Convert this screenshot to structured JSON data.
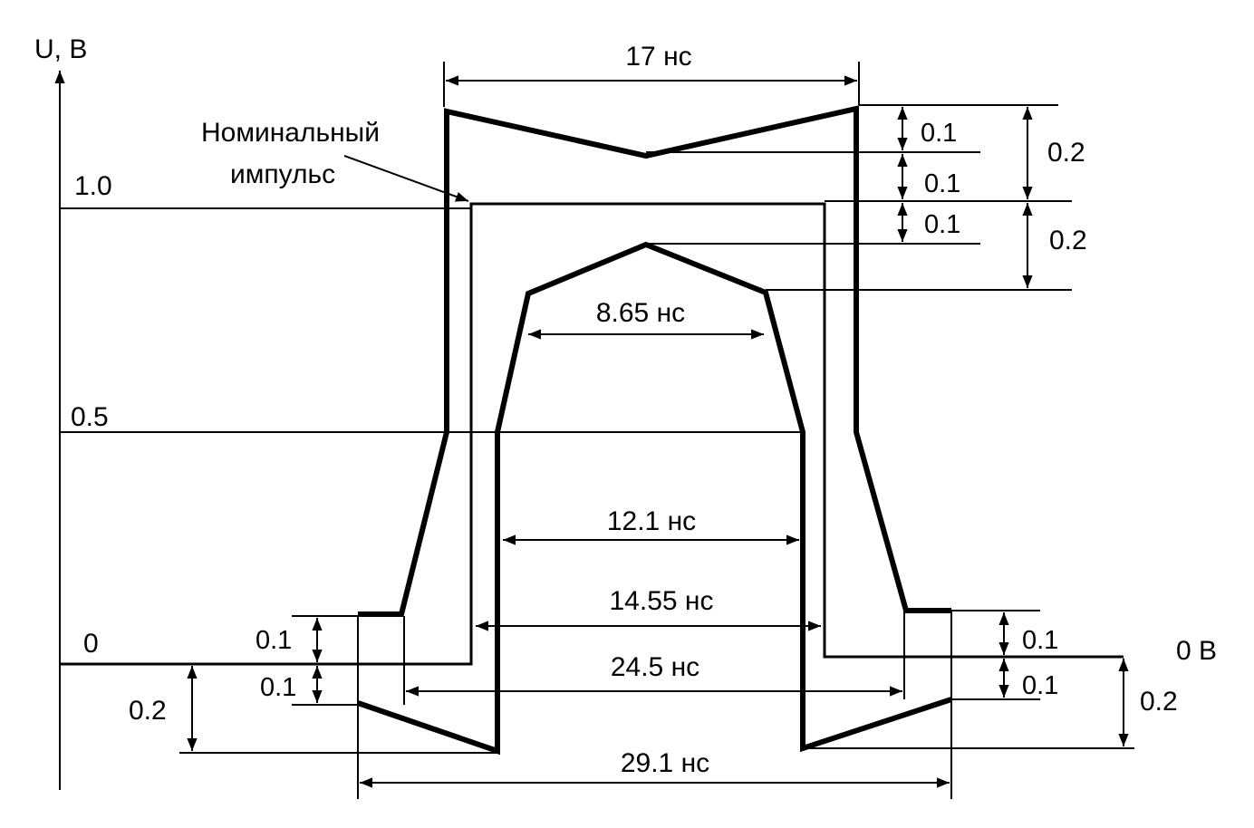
{
  "axis": {
    "y_label": "U, B"
  },
  "levels": {
    "l1": "1.0",
    "l05": "0.5",
    "l0": "0",
    "zero_v": "0 B"
  },
  "annotations": {
    "nominal_pulse": [
      "Номинальный",
      "импульс"
    ]
  },
  "widths": {
    "w17": "17 нс",
    "w865": "8.65 нс",
    "w121": "12.1 нс",
    "w1455": "14.55 нс",
    "w245": "24.5 нс",
    "w291": "29.1 нс"
  },
  "tolerances": {
    "top_a": "0.1",
    "top_b": "0.1",
    "top_c": "0.1",
    "top_d": "0.2",
    "top_e": "0.2",
    "left_a": "0.1",
    "left_b": "0.1",
    "left_c": "0.2",
    "right_a": "0.1",
    "right_b": "0.1",
    "right_c": "0.2"
  },
  "colors": {
    "ink": "#000000",
    "paper": "#ffffff"
  }
}
